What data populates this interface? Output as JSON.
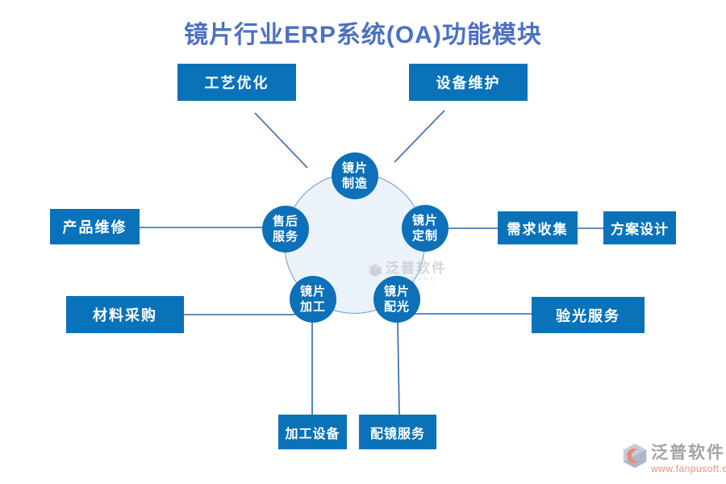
{
  "title": "镜片行业ERP系统(OA)功能模块",
  "diagram": {
    "center_nodes": [
      {
        "id": "lens-manufacturing",
        "line1": "镜片",
        "line2": "制造"
      },
      {
        "id": "after-sales-service",
        "line1": "售后",
        "line2": "服务"
      },
      {
        "id": "lens-customization",
        "line1": "镜片",
        "line2": "定制"
      },
      {
        "id": "lens-processing",
        "line1": "镜片",
        "line2": "加工"
      },
      {
        "id": "lens-dispensing",
        "line1": "镜片",
        "line2": "配光"
      }
    ],
    "modules": [
      {
        "id": "process-optimization",
        "label": "工艺优化"
      },
      {
        "id": "equipment-maintenance",
        "label": "设备维护"
      },
      {
        "id": "product-repair",
        "label": "产品维修"
      },
      {
        "id": "demand-collection",
        "label": "需求收集"
      },
      {
        "id": "solution-design",
        "label": "方案设计"
      },
      {
        "id": "material-procurement",
        "label": "材料采购"
      },
      {
        "id": "optometry-service",
        "label": "验光服务"
      },
      {
        "id": "processing-equipment",
        "label": "加工设备"
      },
      {
        "id": "glasses-fitting-service",
        "label": "配镜服务"
      }
    ]
  },
  "watermark": {
    "text": "泛普软件",
    "subtext": "SOFTWARE"
  },
  "footer": {
    "brand": "泛普软件",
    "website": "www.fanpusoft.com"
  },
  "colors": {
    "title_blue": "#4c70c3",
    "module_blue": "#0a72b9",
    "node_blue": "#0d70b8",
    "big_circle_fill": "#ebf2f9",
    "big_circle_border": "#6e9ad1",
    "connector_line": "#2b65ad",
    "footer_brand_gray": "#8e8d88",
    "footer_url_orange": "#df7350",
    "logo_orange": "#e2734e"
  }
}
